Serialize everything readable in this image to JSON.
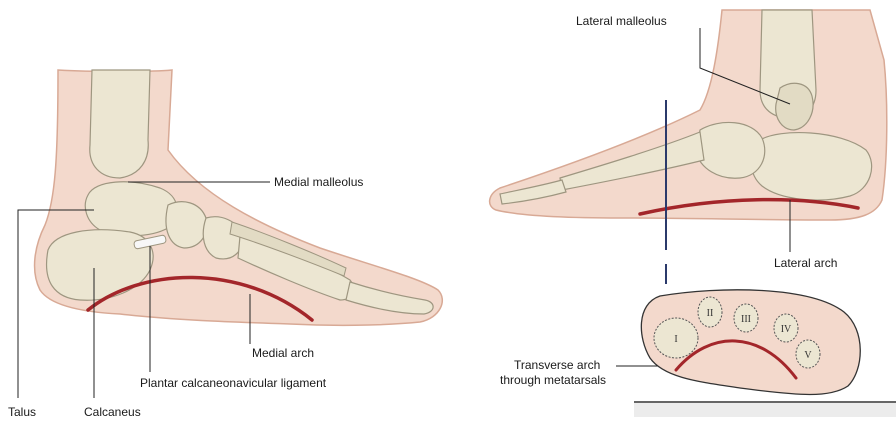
{
  "labels": {
    "medial_malleolus": "Medial malleolus",
    "talus": "Talus",
    "calcaneus": "Calcaneus",
    "medial_arch": "Medial arch",
    "plantar_ligament": "Plantar calcaneonavicular ligament",
    "lateral_malleolus": "Lateral malleolus",
    "lateral_arch": "Lateral arch",
    "transverse_arch_line1": "Transverse arch",
    "transverse_arch_line2": "through metatarsals"
  },
  "metatarsal_numerals": [
    "I",
    "II",
    "III",
    "IV",
    "V"
  ],
  "colors": {
    "skin": "#f3d9cc",
    "skin_outline": "#d8a995",
    "bone": "#ece6d2",
    "bone_outline": "#9e9680",
    "arch_red": "#a3262a",
    "section_line": "#2b3a6b",
    "leader": "#222222"
  }
}
